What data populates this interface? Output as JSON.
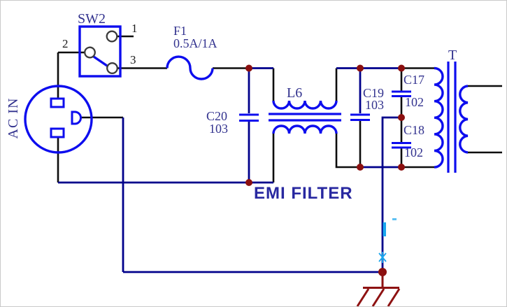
{
  "schematic": {
    "name": "EMI FILTER",
    "ac_inlet": {
      "label": "AC IN"
    },
    "switch_sw2": {
      "label": "SW2",
      "pin1": "1",
      "pin2": "2",
      "pin3": "3"
    },
    "fuse_f1": {
      "label": "F1",
      "rating": "0.5A/1A"
    },
    "cap_c20": {
      "label": "C20",
      "value": "103"
    },
    "choke_l6": {
      "label": "L6"
    },
    "cap_c19": {
      "label": "C19",
      "value": "103"
    },
    "cap_c17": {
      "label": "C17",
      "value": "102"
    },
    "cap_c18": {
      "label": "C18",
      "value": "102"
    },
    "transformer_t": {
      "label": "T"
    }
  },
  "colors": {
    "component_blue": "#0d0dee",
    "wire_navy": "#00008b",
    "wire_black": "#0d0d0d",
    "junction_red": "#8b0f0f",
    "ground_red": "#8e1212",
    "label_blue": "#32328e",
    "title_blue": "#2828a0",
    "pin_black": "#1a1a1a",
    "artifact_cyan": "#1aa7ee",
    "bg": "#ffffff",
    "frame": "#c9c9c9"
  }
}
